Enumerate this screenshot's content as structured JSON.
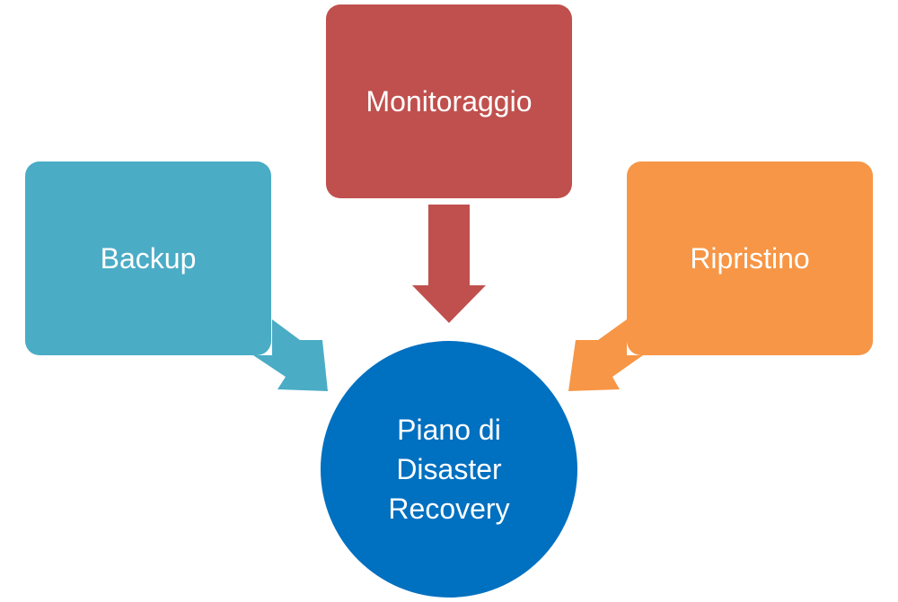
{
  "diagram": {
    "nodes": {
      "backup": {
        "label": "Backup",
        "color": "#4BACC6"
      },
      "monitoring": {
        "label": "Monitoraggio",
        "color": "#C0504D"
      },
      "restore": {
        "label": "Ripristino",
        "color": "#F79646"
      },
      "center": {
        "label": "Piano di Disaster Recovery",
        "color": "#0070C0"
      }
    },
    "edges": [
      {
        "from": "backup",
        "to": "center"
      },
      {
        "from": "monitoring",
        "to": "center"
      },
      {
        "from": "restore",
        "to": "center"
      }
    ]
  }
}
